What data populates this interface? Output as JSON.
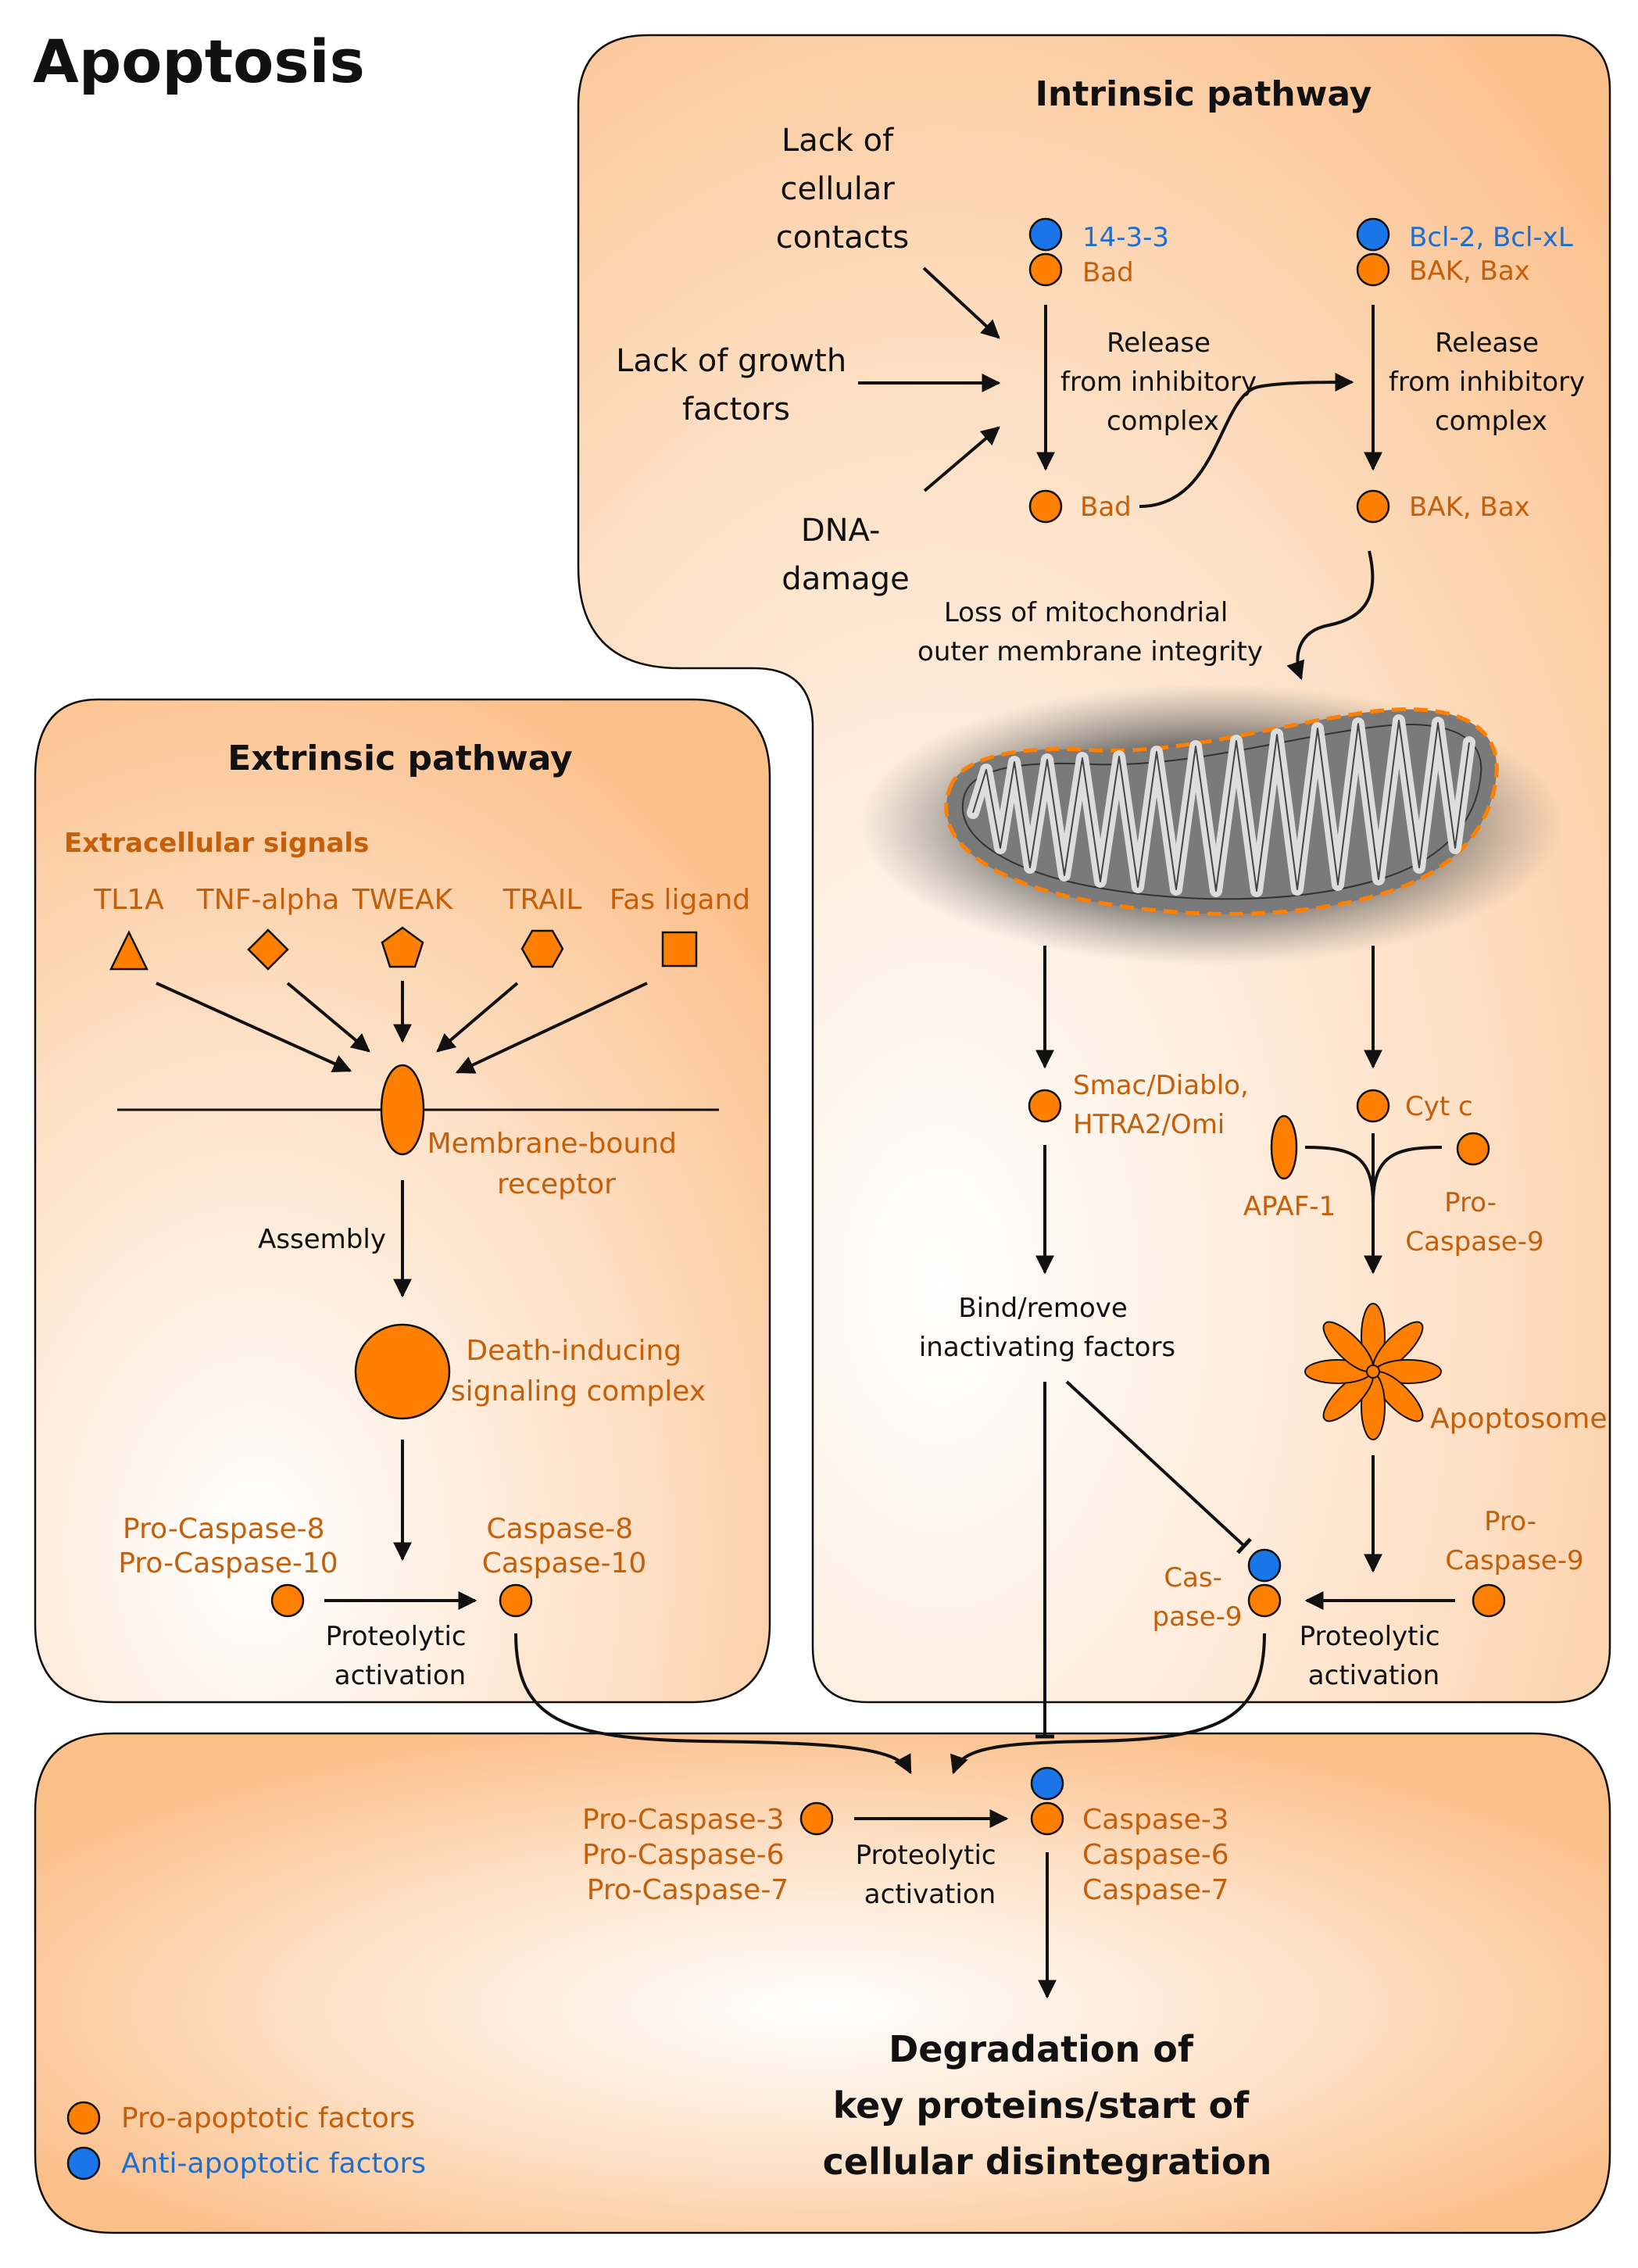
{
  "title": "Apoptosis",
  "intrinsic": {
    "title": "Intrinsic pathway",
    "stimuli": [
      [
        "Lack of",
        "cellular",
        "contacts"
      ],
      [
        "Lack of growth",
        "factors"
      ],
      [
        "DNA-",
        "damage"
      ]
    ],
    "bad_inhibitor": "14-3-3",
    "bad": "Bad",
    "bcl_inhibitor": "Bcl-2, Bcl-xL",
    "bak_bax": "BAK, Bax",
    "release_label": [
      "Release",
      "from inhibitory",
      "complex"
    ],
    "loss_label": [
      "Loss of mitochondrial",
      "outer membrane integrity"
    ],
    "smac": [
      "Smac/Diablo,",
      "HTRA2/Omi"
    ],
    "cyt_c": "Cyt c",
    "apaf1": "APAF-1",
    "pro_caspase9": [
      "Pro-",
      "Caspase-9"
    ],
    "bind_remove": [
      "Bind/remove",
      "inactivating factors"
    ],
    "apoptosome": "Apoptosome",
    "caspase9": [
      "Cas-",
      "pase-9"
    ],
    "proteolytic": [
      "Proteolytic",
      "activation"
    ]
  },
  "extrinsic": {
    "title": "Extrinsic pathway",
    "signals_title": "Extracellular signals",
    "ligands": [
      {
        "label": "TL1A",
        "shape": "triangle"
      },
      {
        "label": "TNF-alpha",
        "shape": "diamond"
      },
      {
        "label": "TWEAK",
        "shape": "pentagon"
      },
      {
        "label": "TRAIL",
        "shape": "hexagon"
      },
      {
        "label": "Fas ligand",
        "shape": "square"
      }
    ],
    "receptor": [
      "Membrane-bound",
      "receptor"
    ],
    "assembly": "Assembly",
    "disc": [
      "Death-inducing",
      "signaling complex"
    ],
    "pro_caspase8": [
      "Pro-Caspase-8",
      "Pro-Caspase-10"
    ],
    "caspase8": [
      "Caspase-8",
      "Caspase-10"
    ],
    "proteolytic": [
      "Proteolytic",
      "activation"
    ]
  },
  "execution": {
    "pro_caspases": [
      "Pro-Caspase-3",
      "Pro-Caspase-6",
      "Pro-Caspase-7"
    ],
    "caspases": [
      "Caspase-3",
      "Caspase-6",
      "Caspase-7"
    ],
    "proteolytic": [
      "Proteolytic",
      "activation"
    ],
    "outcome": [
      "Degradation of",
      "key proteins/start of",
      "cellular disintegration"
    ]
  },
  "legend": [
    {
      "label": "Pro-apoptotic factors",
      "color": "#ff7f00"
    },
    {
      "label": "Anti-apoptotic factors",
      "color": "#1a75e8"
    }
  ],
  "colors": {
    "pro": "#ff7f00",
    "anti": "#1a75e8",
    "panel": "#fbc18d",
    "orange_text": "#c65f0a",
    "blue_text": "#1f6fd0"
  }
}
